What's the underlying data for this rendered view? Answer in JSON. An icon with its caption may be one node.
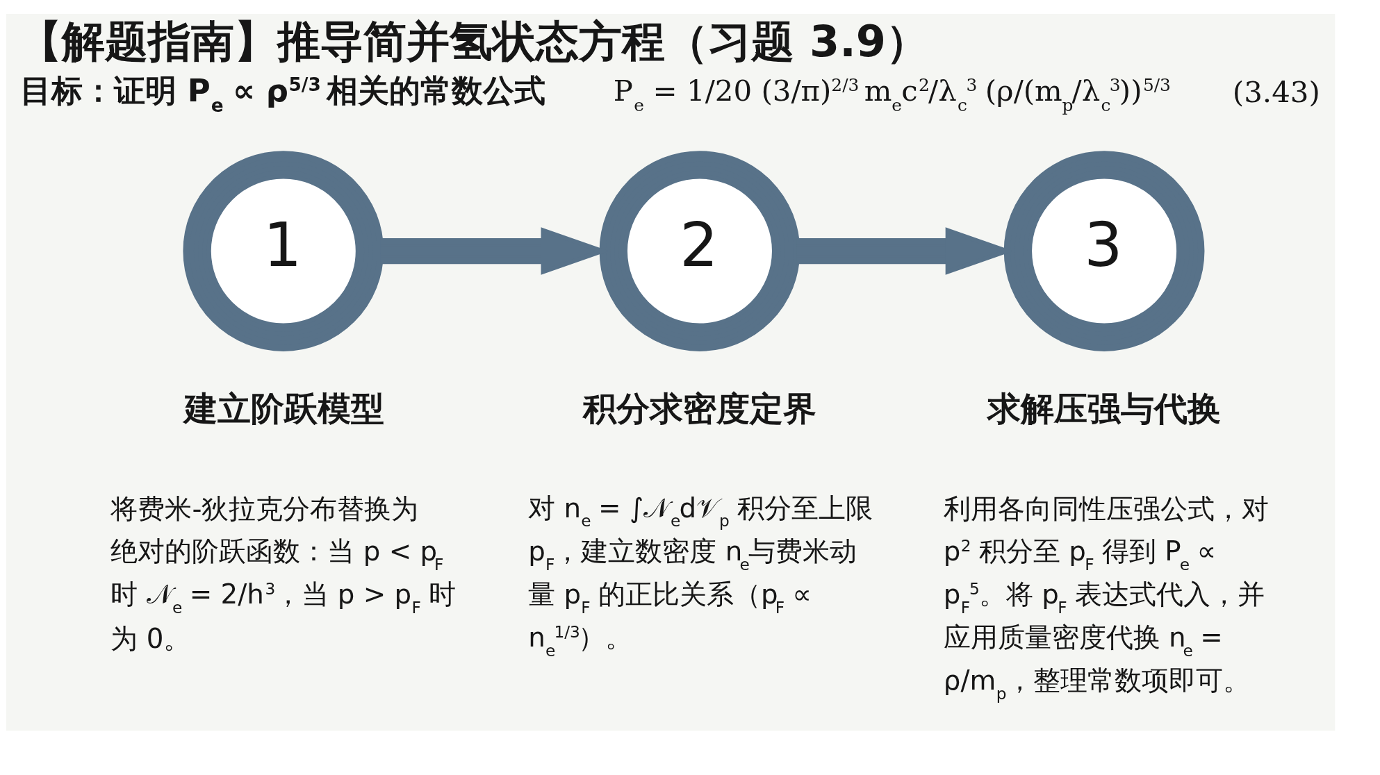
{
  "diagram": {
    "title": "【解题指南】推导简并氢状态方程（习题 3.9）",
    "nodes": [
      {
        "text": [
          "1"
        ],
        "beside": [
          "建立阶跃模型",
          "将费米-狄拉克分布替换为绝对的阶跃函数：当 p < p$_{F}$ 时 𝒩$_{e}$ = 2/h$^{3}$，当 p > p$_{F}$ 时为 0。"
        ]
      },
      {
        "text": [
          "2"
        ],
        "beside": [
          "积分求密度定界",
          "对 n$_{e}$ = ∫𝒩$_{e}$d𝒱$_{p}$ 积分至上限 p$_{F}$，建立数密度 n$_{e}$与费米动量 p$_{F}$ 的正比关系（p$_{F}$ ∝ n$_{e}$$^{1/3}$）。"
        ]
      },
      {
        "text": [
          "3"
        ],
        "beside": [
          "求解压强与代换",
          "利用各向同性压强公式，对p$^{2}$ 积分至 p$_{F}$ 得到 P$_{e}$ ∝ p$_{F}$$^{5}$。将 p$_{F}$ 表达式代入，并应用质量密度代换 n$_{e}$ = ρ/m$_{p}$，整理常数项即可。"
        ]
      }
    ],
    "edges": [
      {
        "from": 0,
        "to": 1,
        "arrow": "to"
      },
      {
        "from": 1,
        "to": 2,
        "arrow": "to"
      }
    ],
    "labels": [
      "目标：证明 P$_{e}$ ∝ ρ$^{5/3}$ 相关的常数公式",
      "P$_{e}$ = 1/20 (3/π)$^{2/3}$ m$_{e}$c$^{2}$/λ$_{c}$$^{3}$ (ρ/(m$_{p}$/λ$_{c}$$^{3}$))$^{5/3}$",
      "(3.43)"
    ]
  }
}
